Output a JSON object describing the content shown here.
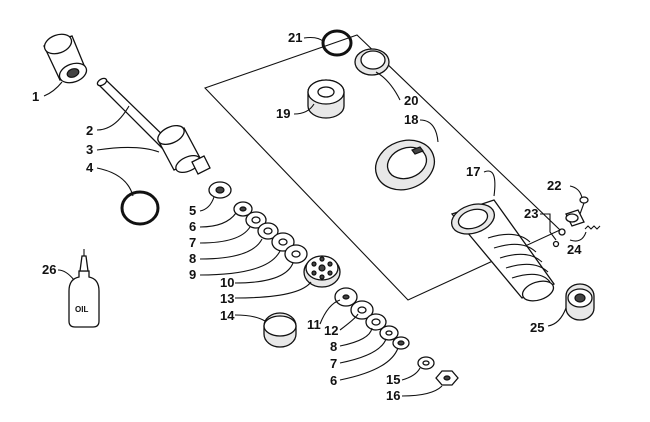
{
  "diagram": {
    "callouts": [
      "1",
      "2",
      "3",
      "4",
      "5",
      "6",
      "7",
      "8",
      "9",
      "10",
      "13",
      "14",
      "11",
      "12",
      "8",
      "7",
      "6",
      "15",
      "16",
      "21",
      "19",
      "20",
      "18",
      "17",
      "22",
      "23",
      "24",
      "25",
      "26"
    ],
    "bottle_label": "OIL"
  }
}
